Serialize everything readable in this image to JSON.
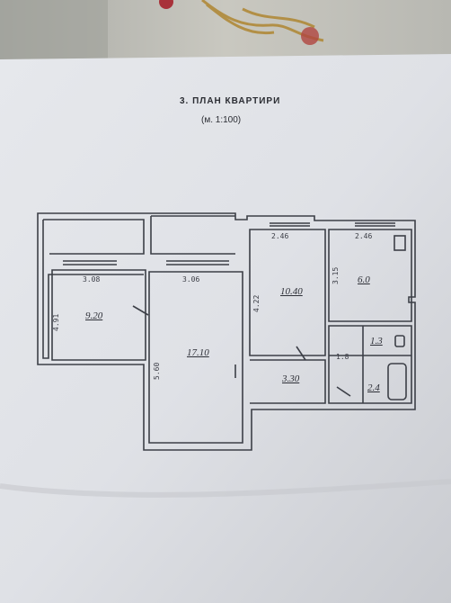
{
  "plan": {
    "title": "3. ПЛАН КВАРТИРИ",
    "scale": "(м. 1:100)",
    "dimensions": {
      "d1": "3.08",
      "d2": "3.06",
      "d3": "2.46",
      "d4": "2.46",
      "d5": "4.91",
      "d6": "5.60",
      "d7": "4.22",
      "d8": "3.15",
      "d9": "1.8"
    },
    "areas": {
      "a1": "9.20",
      "a2": "17.10",
      "a3": "10.40",
      "a4": "6.0",
      "a5": "3.30",
      "a6": "1.3",
      "a7": "2.4"
    }
  }
}
